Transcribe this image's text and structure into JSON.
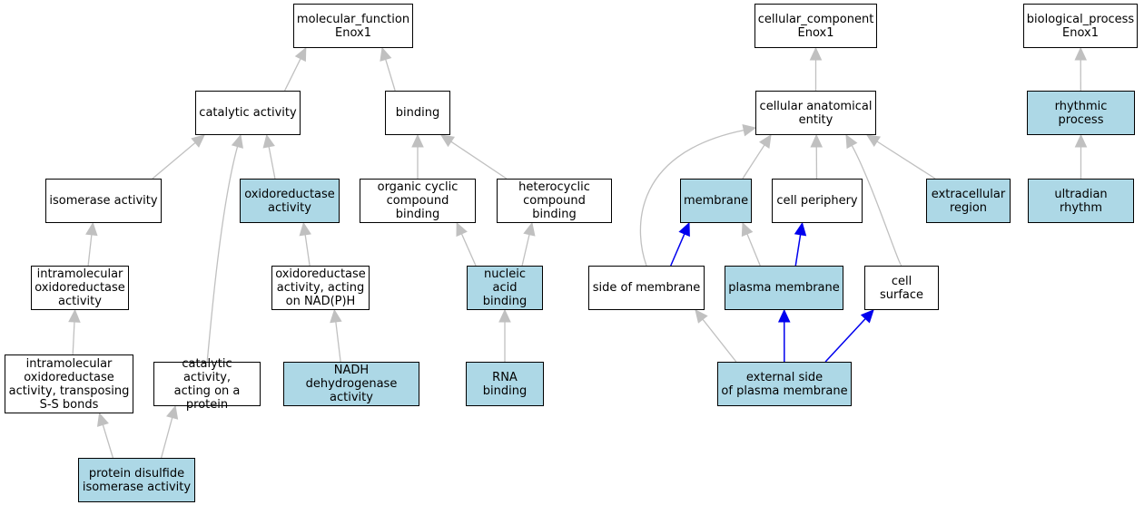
{
  "graph": {
    "colors": {
      "annotated_fill": "#add8e6",
      "plain_fill": "#ffffff",
      "edge_default": "#c0c0c0",
      "edge_highlight": "#0000ee"
    },
    "nodes": [
      {
        "id": "mf_root",
        "label": "molecular_function\nEnox1",
        "annotated": false
      },
      {
        "id": "catalytic",
        "label": "catalytic activity",
        "annotated": false
      },
      {
        "id": "binding",
        "label": "binding",
        "annotated": false
      },
      {
        "id": "isomerase",
        "label": "isomerase activity",
        "annotated": false
      },
      {
        "id": "oxidoreductase",
        "label": "oxidoreductase\nactivity",
        "annotated": true
      },
      {
        "id": "organic_cyclic",
        "label": "organic cyclic\ncompound binding",
        "annotated": false
      },
      {
        "id": "heterocyclic",
        "label": "heterocyclic\ncompound binding",
        "annotated": false
      },
      {
        "id": "intramol_oxido",
        "label": "intramolecular\noxidoreductase\nactivity",
        "annotated": false
      },
      {
        "id": "oxido_nadph",
        "label": "oxidoreductase\nactivity, acting\non NAD(P)H",
        "annotated": false
      },
      {
        "id": "nucleic_acid",
        "label": "nucleic acid\nbinding",
        "annotated": true
      },
      {
        "id": "intramol_ss",
        "label": "intramolecular\noxidoreductase\nactivity, transposing\nS-S bonds",
        "annotated": false
      },
      {
        "id": "cat_protein",
        "label": "catalytic activity,\nacting on a\nprotein",
        "annotated": false
      },
      {
        "id": "nadh_dehydro",
        "label": "NADH dehydrogenase\nactivity",
        "annotated": true
      },
      {
        "id": "rna_binding",
        "label": "RNA binding",
        "annotated": true
      },
      {
        "id": "pdi",
        "label": "protein disulfide\nisomerase activity",
        "annotated": true
      },
      {
        "id": "cc_root",
        "label": "cellular_component\nEnox1",
        "annotated": false
      },
      {
        "id": "cae",
        "label": "cellular anatomical\nentity",
        "annotated": false
      },
      {
        "id": "membrane",
        "label": "membrane",
        "annotated": true
      },
      {
        "id": "cell_periphery",
        "label": "cell periphery",
        "annotated": false
      },
      {
        "id": "extracellular",
        "label": "extracellular\nregion",
        "annotated": true
      },
      {
        "id": "side_membrane",
        "label": "side of membrane",
        "annotated": false
      },
      {
        "id": "plasma_membrane",
        "label": "plasma membrane",
        "annotated": true
      },
      {
        "id": "cell_surface",
        "label": "cell surface",
        "annotated": false
      },
      {
        "id": "ext_side_pm",
        "label": "external side\nof plasma membrane",
        "annotated": true
      },
      {
        "id": "bp_root",
        "label": "biological_process\nEnox1",
        "annotated": false
      },
      {
        "id": "rhythmic",
        "label": "rhythmic process",
        "annotated": true
      },
      {
        "id": "ultradian",
        "label": "ultradian rhythm",
        "annotated": true
      }
    ],
    "edges": [
      {
        "from": "catalytic",
        "to": "mf_root",
        "highlight": false
      },
      {
        "from": "binding",
        "to": "mf_root",
        "highlight": false
      },
      {
        "from": "isomerase",
        "to": "catalytic",
        "highlight": false
      },
      {
        "from": "oxidoreductase",
        "to": "catalytic",
        "highlight": false
      },
      {
        "from": "cat_protein",
        "to": "catalytic",
        "highlight": false
      },
      {
        "from": "organic_cyclic",
        "to": "binding",
        "highlight": false
      },
      {
        "from": "heterocyclic",
        "to": "binding",
        "highlight": false
      },
      {
        "from": "intramol_oxido",
        "to": "isomerase",
        "highlight": false
      },
      {
        "from": "oxido_nadph",
        "to": "oxidoreductase",
        "highlight": false
      },
      {
        "from": "nucleic_acid",
        "to": "organic_cyclic",
        "highlight": false
      },
      {
        "from": "nucleic_acid",
        "to": "heterocyclic",
        "highlight": false
      },
      {
        "from": "intramol_ss",
        "to": "intramol_oxido",
        "highlight": false
      },
      {
        "from": "nadh_dehydro",
        "to": "oxido_nadph",
        "highlight": false
      },
      {
        "from": "rna_binding",
        "to": "nucleic_acid",
        "highlight": false
      },
      {
        "from": "pdi",
        "to": "intramol_ss",
        "highlight": false
      },
      {
        "from": "pdi",
        "to": "cat_protein",
        "highlight": false
      },
      {
        "from": "cae",
        "to": "cc_root",
        "highlight": false
      },
      {
        "from": "membrane",
        "to": "cae",
        "highlight": false
      },
      {
        "from": "cell_periphery",
        "to": "cae",
        "highlight": false
      },
      {
        "from": "extracellular",
        "to": "cae",
        "highlight": false
      },
      {
        "from": "side_membrane",
        "to": "cae",
        "highlight": false
      },
      {
        "from": "cell_surface",
        "to": "cae",
        "highlight": false
      },
      {
        "from": "side_membrane",
        "to": "membrane",
        "highlight": true
      },
      {
        "from": "plasma_membrane",
        "to": "membrane",
        "highlight": false
      },
      {
        "from": "plasma_membrane",
        "to": "cell_periphery",
        "highlight": true
      },
      {
        "from": "ext_side_pm",
        "to": "side_membrane",
        "highlight": false
      },
      {
        "from": "ext_side_pm",
        "to": "plasma_membrane",
        "highlight": true
      },
      {
        "from": "ext_side_pm",
        "to": "cell_surface",
        "highlight": true
      },
      {
        "from": "rhythmic",
        "to": "bp_root",
        "highlight": false
      },
      {
        "from": "ultradian",
        "to": "rhythmic",
        "highlight": false
      }
    ]
  }
}
